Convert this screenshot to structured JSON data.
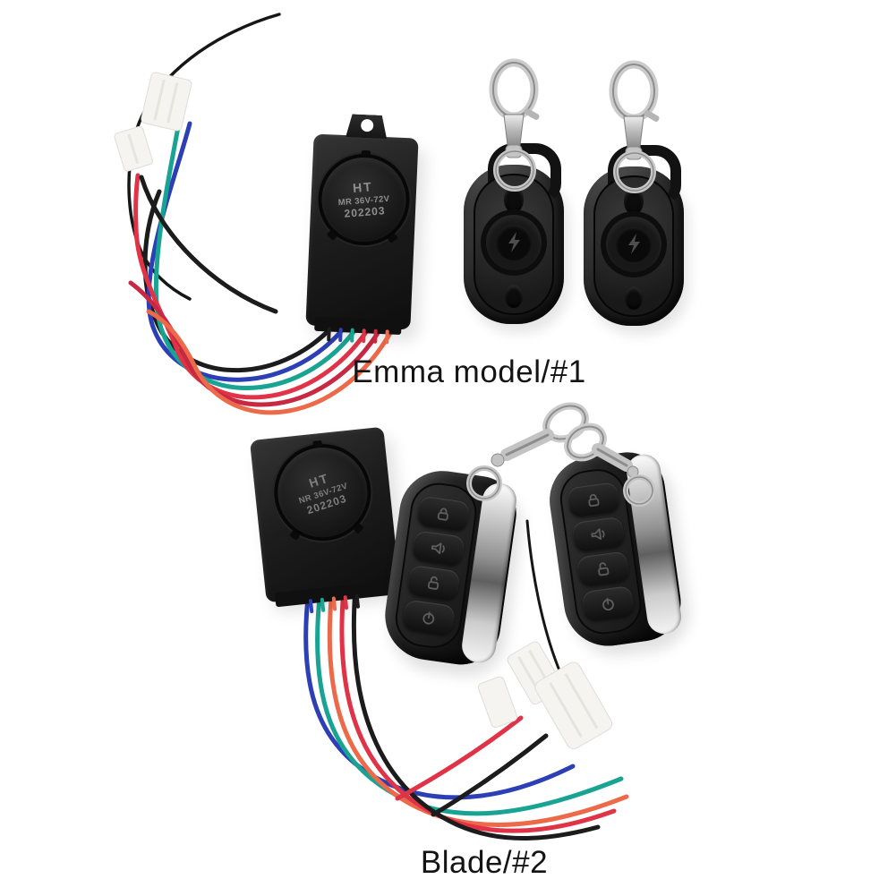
{
  "photo": {
    "type": "product-photo",
    "background_color": "#ffffff",
    "subject": "two motorcycle/e-bike anti-theft alarm kits with remote controls and wiring harnesses"
  },
  "kits": [
    {
      "caption": "Emma model/#1",
      "alarm_unit": {
        "brand": "HT",
        "model": "MR 36V-72V",
        "batch_code": "202203"
      },
      "remotes": {
        "count": 2,
        "style": "black oval keyfob with keychain lobster clasp",
        "center_button_icon": "lightning-bolt-icon",
        "buttons": [
          "top-oval-button",
          "center-lightning-button",
          "bottom-oval-button"
        ]
      },
      "wire_colors": [
        "#1c1c1c",
        "#2c3fb4",
        "#19a393",
        "#e03347",
        "#c62941",
        "#ec6a4a"
      ],
      "connector_color": "#f6f4f1"
    },
    {
      "caption": "Blade/#2",
      "alarm_unit": {
        "brand": "HT",
        "model": "NR 36V-72V",
        "batch_code": "202203"
      },
      "remotes": {
        "count": 2,
        "style": "chrome-trimmed smart-key fob with four buttons, joined by lobster clasps",
        "button_icons": [
          "lock-icon",
          "horn-icon",
          "unlock-icon",
          "power-icon"
        ]
      },
      "wire_colors": [
        "#2c3fb4",
        "#19a393",
        "#ec6a4a",
        "#e03347",
        "#1c1c1c"
      ],
      "connector_color": "#f6f4f1"
    }
  ],
  "colors": {
    "device_black": "#161616",
    "chrome_silver": "#c9c9c9",
    "connector_white": "#f6f4f1",
    "engraving_gray": "#8f8f8f",
    "caption_text": "#141414"
  }
}
